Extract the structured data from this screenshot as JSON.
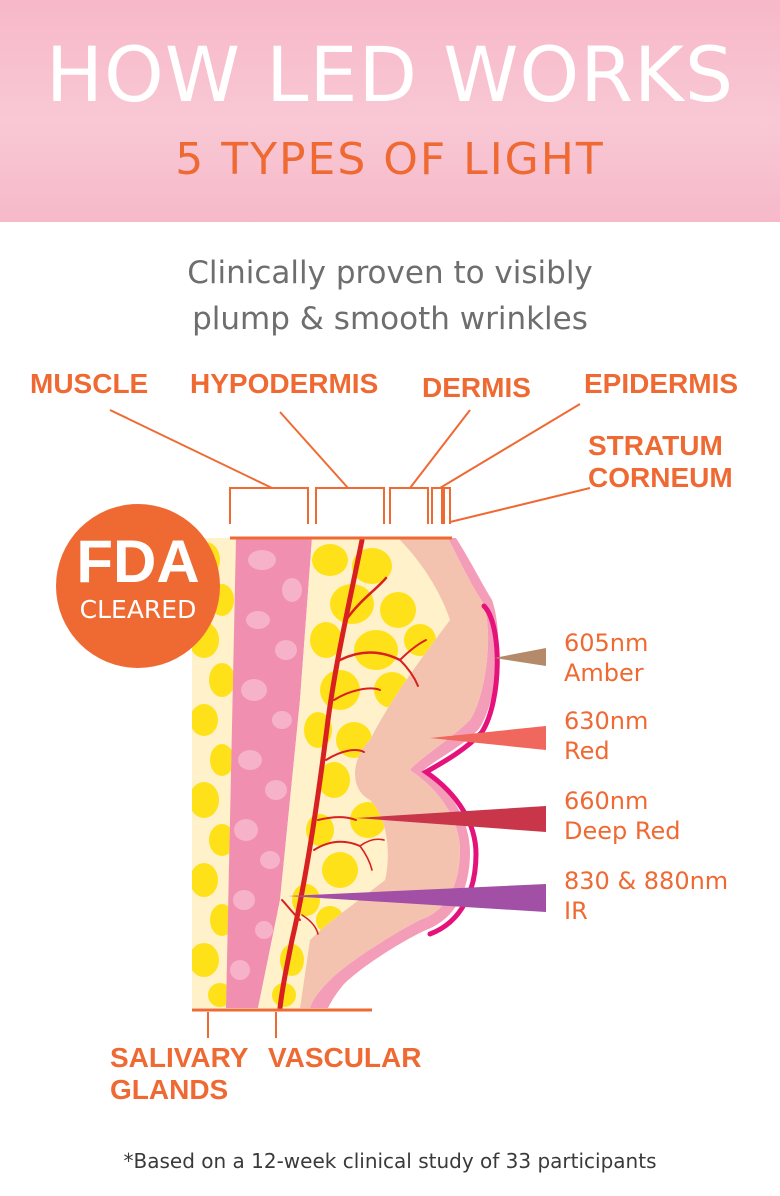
{
  "header": {
    "title": "HOW LED WORKS",
    "subtitle": "5 TYPES OF LIGHT"
  },
  "tagline": {
    "line1": "Clinically proven to visibly",
    "line2": "plump & smooth wrinkles"
  },
  "layers": {
    "muscle": "MUSCLE",
    "hypodermis": "HYPODERMIS",
    "dermis": "DERMIS",
    "epidermis": "EPIDERMIS",
    "stratum_line1": "STRATUM",
    "stratum_line2": "CORNEUM",
    "salivary_line1": "SALIVARY",
    "salivary_line2": "GLANDS",
    "vascular": "VASCULAR"
  },
  "badge": {
    "big": "FDA",
    "small": "CLEARED",
    "color": "#ef6a33"
  },
  "wavelengths": [
    {
      "nm": "605nm",
      "name": "Amber",
      "color": "#b58a6a"
    },
    {
      "nm": "630nm",
      "name": "Red",
      "color": "#f0675e"
    },
    {
      "nm": "660nm",
      "name": "Deep Red",
      "color": "#c9364a"
    },
    {
      "nm": "830 & 880nm",
      "name": "IR",
      "color": "#a24fa6"
    }
  ],
  "footnote": "*Based on a 12-week clinical study of 33 participants",
  "colors": {
    "accent": "#ef6a33",
    "header_pink": "#f7b8c8",
    "fat_yellow": "#ffe11a",
    "muscle_pink": "#f08fb0",
    "dermis_beige": "#f4c3b0",
    "epidermis_magenta": "#e6127c",
    "vessel_red": "#d92020"
  }
}
